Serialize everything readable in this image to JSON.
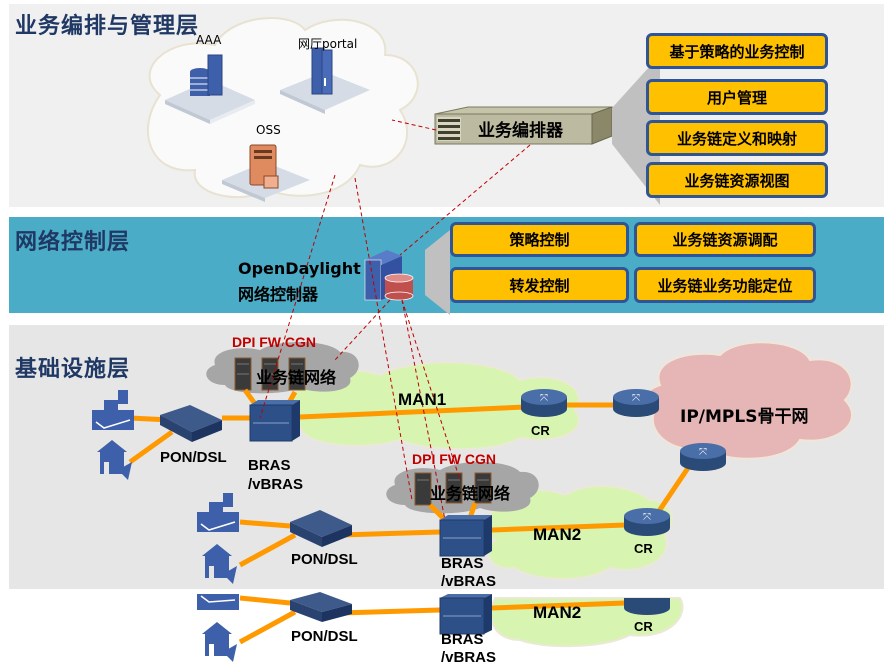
{
  "layers": {
    "top": {
      "title": "业务编排与管理层"
    },
    "mid": {
      "title": "网络控制层"
    },
    "bot": {
      "title": "基础设施层"
    }
  },
  "top": {
    "cloud_servers": [
      {
        "label": "AAA",
        "icon": "database-server-icon"
      },
      {
        "label": "网厅portal",
        "icon": "server-tower-icon"
      },
      {
        "label": "OSS",
        "icon": "oss-server-icon"
      }
    ],
    "orchestrator": {
      "label": "业务编排器"
    },
    "functions": [
      "基于策略的业务控制",
      "用户管理",
      "业务链定义和映射",
      "业务链资源视图"
    ]
  },
  "mid": {
    "controller_line1": "OpenDaylight",
    "controller_line2": "网络控制器",
    "functions": [
      "策略控制",
      "业务链资源调配",
      "转发控制",
      "业务链业务功能定位"
    ]
  },
  "bot": {
    "service_chain_label": "DPI FW CGN",
    "service_chain_network": "业务链网络",
    "access_label": "PON/DSL",
    "bras_line1": "BRAS",
    "bras_line2": "/vBRAS",
    "man1": "MAN1",
    "man2": "MAN2",
    "cr": "CR",
    "backbone": "IP/MPLS骨干网"
  },
  "colors": {
    "top_bg": "#f0f0f0",
    "mid_bg": "#4aacc6",
    "bot_bg": "#e6e6e6",
    "box_fill": "#ffc000",
    "box_border": "#2f5597",
    "link": "#ff9900",
    "dashed": "#c00000",
    "man_cloud": "#d7f5b0",
    "backbone_cloud": "#e6b6b6",
    "title": "#1f3864"
  }
}
